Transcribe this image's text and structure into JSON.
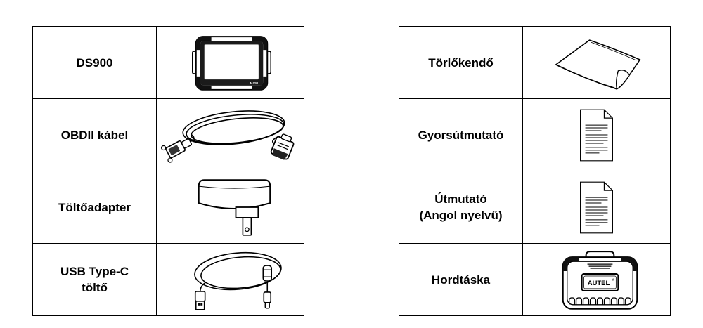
{
  "colors": {
    "background": "#ffffff",
    "border": "#000000",
    "text": "#000000"
  },
  "brand": {
    "logo": "AUTEL",
    "mark": "®"
  },
  "left_table": {
    "items": [
      {
        "lines": [
          "DS900"
        ],
        "icon": "tablet-icon"
      },
      {
        "lines": [
          "OBDII kábel"
        ],
        "icon": "obdii-cable-icon"
      },
      {
        "lines": [
          "Töltőadapter"
        ],
        "icon": "power-adapter-icon"
      },
      {
        "lines": [
          "USB Type-C",
          "töltő"
        ],
        "icon": "usb-type-c-cable-icon"
      }
    ]
  },
  "right_table": {
    "items": [
      {
        "lines": [
          "Törlőkendő"
        ],
        "icon": "cleaning-cloth-icon"
      },
      {
        "lines": [
          "Gyorsútmutató"
        ],
        "icon": "document-icon"
      },
      {
        "lines": [
          "Útmutató",
          "(Angol nyelvű)"
        ],
        "icon": "document-icon"
      },
      {
        "lines": [
          "Hordtáska"
        ],
        "icon": "carrying-case-icon"
      }
    ]
  }
}
